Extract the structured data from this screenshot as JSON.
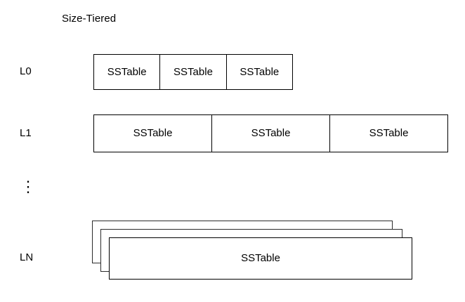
{
  "diagram": {
    "title": "Size-Tiered",
    "background_color": "#ffffff",
    "line_color": "#000000",
    "text_color": "#000000",
    "levels": [
      {
        "label": "L0",
        "cells": [
          {
            "text": "SSTable"
          },
          {
            "text": "SSTable"
          },
          {
            "text": "SSTable"
          }
        ]
      },
      {
        "label": "L1",
        "cells": [
          {
            "text": "SSTable"
          },
          {
            "text": "SSTable"
          },
          {
            "text": "SSTable"
          }
        ]
      }
    ],
    "ellipsis": "⋮",
    "bottom_level": {
      "label": "LN",
      "stack_count": 3,
      "cells": [
        {
          "text": "SSTable"
        }
      ]
    }
  }
}
